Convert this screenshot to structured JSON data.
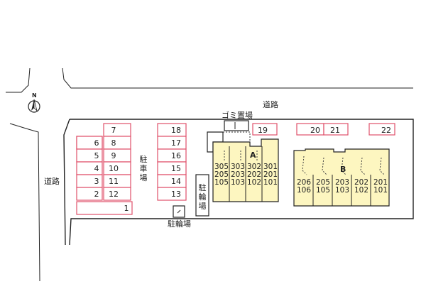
{
  "roads": {
    "top_label": "道路",
    "left_label": "道路"
  },
  "facilities": {
    "garbage": "ゴミ置場",
    "parking": "駐車場",
    "bicycle_right": "駐輪場",
    "bicycle_bottom": "駐輪場"
  },
  "compass": {
    "label": "N"
  },
  "parking_spaces": {
    "col_a": [
      "6",
      "5",
      "4",
      "3",
      "2"
    ],
    "col_b": [
      "7",
      "8",
      "9",
      "10",
      "11",
      "12"
    ],
    "space_1": "1",
    "col_c": [
      "18",
      "17",
      "16",
      "15",
      "14",
      "13"
    ],
    "top_row": [
      "19",
      "20",
      "21",
      "22"
    ]
  },
  "building_a": {
    "label": "A",
    "units": [
      [
        "305",
        "205",
        "105"
      ],
      [
        "303",
        "203",
        "103"
      ],
      [
        "302",
        "202",
        "102"
      ],
      [
        "301",
        "201",
        "101"
      ]
    ]
  },
  "building_b": {
    "label": "B",
    "units": [
      [
        "206",
        "106"
      ],
      [
        "205",
        "105"
      ],
      [
        "203",
        "103"
      ],
      [
        "202",
        "102"
      ],
      [
        "201",
        "101"
      ]
    ]
  },
  "colors": {
    "parking_border": "#e0506a",
    "parking_fill": "#ffffff",
    "building_fill": "#fdf6c0",
    "outline": "#222222"
  }
}
